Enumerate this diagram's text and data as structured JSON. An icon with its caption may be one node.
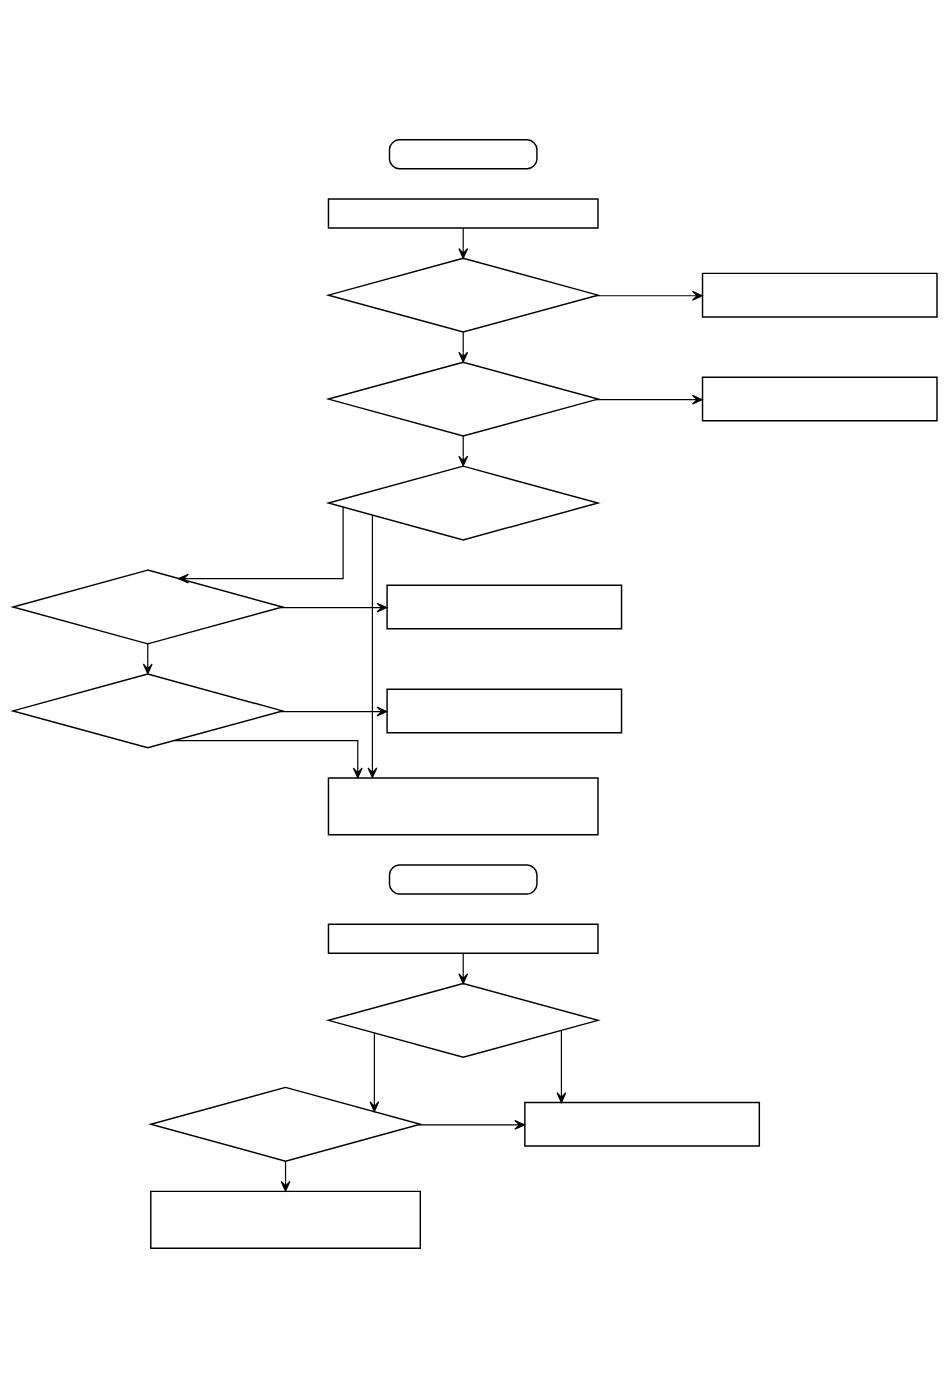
{
  "diagram": {
    "nodes": [
      {
        "text": [],
        "shape": "box"
      },
      {
        "text": [],
        "shape": "box"
      },
      {
        "text": [],
        "shape": "diamond"
      },
      {
        "text": [],
        "shape": "box"
      },
      {
        "text": [],
        "shape": "diamond"
      },
      {
        "text": [],
        "shape": "box"
      },
      {
        "text": [],
        "shape": "diamond"
      },
      {
        "text": [],
        "shape": "diamond"
      },
      {
        "text": [],
        "shape": "box"
      },
      {
        "text": [],
        "shape": "diamond"
      },
      {
        "text": [],
        "shape": "box"
      },
      {
        "text": [],
        "shape": "box"
      },
      {
        "text": [],
        "shape": "box"
      },
      {
        "text": [],
        "shape": "box"
      },
      {
        "text": [],
        "shape": "diamond"
      },
      {
        "text": [],
        "shape": "diamond"
      },
      {
        "text": [],
        "shape": "box"
      },
      {
        "text": [],
        "shape": "box"
      }
    ],
    "edges": [
      {
        "from": 1,
        "to": 2,
        "arrow": "to"
      },
      {
        "from": 2,
        "to": 3,
        "arrow": "to"
      },
      {
        "from": 2,
        "to": 4,
        "arrow": "to"
      },
      {
        "from": 4,
        "to": 5,
        "arrow": "to"
      },
      {
        "from": 4,
        "to": 6,
        "arrow": "to"
      },
      {
        "from": 6,
        "to": 11,
        "arrow": "to"
      },
      {
        "from": 6,
        "to": 7,
        "arrow": "to"
      },
      {
        "from": 7,
        "to": 8,
        "arrow": "to"
      },
      {
        "from": 7,
        "to": 9,
        "arrow": "to"
      },
      {
        "from": 9,
        "to": 10,
        "arrow": "to"
      },
      {
        "from": 9,
        "to": 11,
        "arrow": "to"
      },
      {
        "from": 13,
        "to": 14,
        "arrow": "to"
      },
      {
        "from": 14,
        "to": 16,
        "arrow": "to"
      },
      {
        "from": 14,
        "to": 15,
        "arrow": "to"
      },
      {
        "from": 15,
        "to": 16,
        "arrow": "to"
      },
      {
        "from": 15,
        "to": 17,
        "arrow": "to"
      }
    ]
  }
}
